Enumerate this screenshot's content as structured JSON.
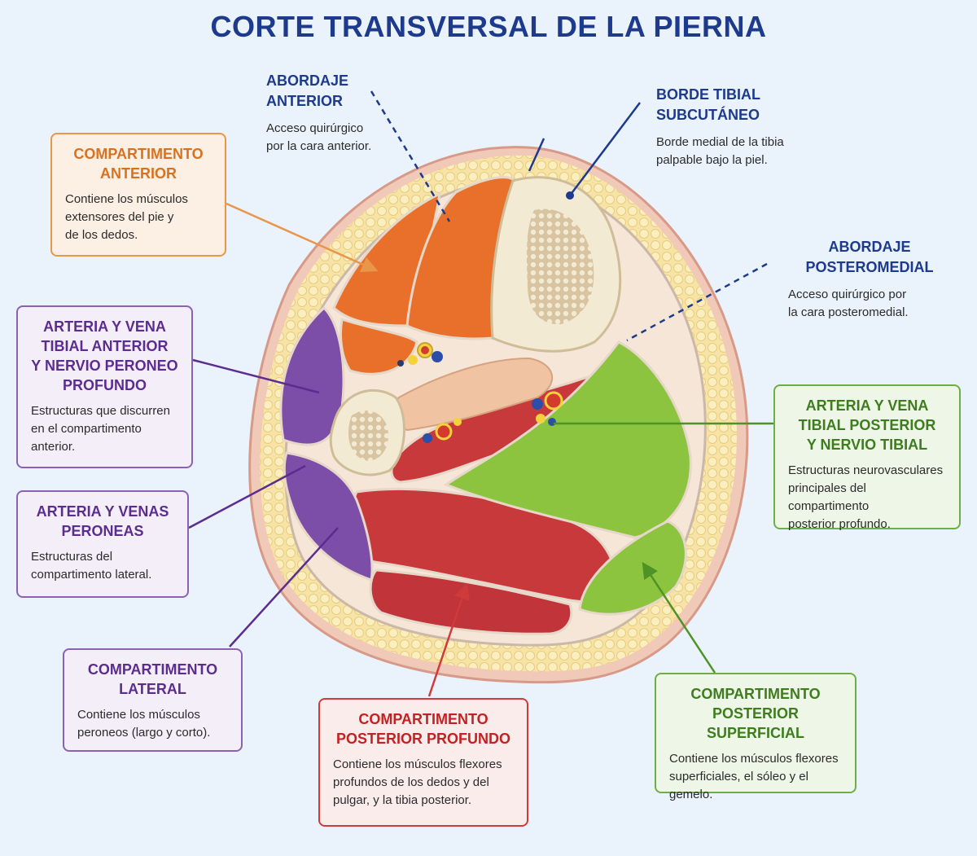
{
  "title": "CORTE TRANSVERSAL DE LA PIERNA",
  "colors": {
    "title": "#1d3a8c",
    "anterior": "#e8702a",
    "lateral": "#7c4ea8",
    "posterior_superficial": "#8cc43f",
    "posterior_profundo": "#c8393b",
    "bone": "#f3ead4",
    "fat": "#f7e3a6"
  },
  "labels": {
    "abordaje_anterior": {
      "title": "ABORDAJE\nANTERIOR",
      "desc": "Acceso quirúrgico\npor la cara anterior."
    },
    "borde_tibial": {
      "title": "BORDE TIBIAL\nSUBCUTÁNEO",
      "desc": "Borde medial de la tibia\npalpable bajo la piel."
    },
    "abordaje_posteromedial": {
      "title": "ABORDAJE\nPOSTEROMEDIAL",
      "desc": "Acceso quirúrgico por\nla cara posteromedial."
    },
    "comp_anterior": {
      "title": "COMPARTIMENTO\nANTERIOR",
      "desc": "Contiene los músculos\nextensores del pie y\nde los dedos."
    },
    "tibial_anterior": {
      "title": "ARTERIA Y VENA\nTIBIAL ANTERIOR\nY NERVIO PERONEO\nPROFUNDO",
      "desc": "Estructuras que discurren\nen el compartimento\nanterior."
    },
    "peroneas": {
      "title": "ARTERIA Y VENAS\nPERONEAS",
      "desc": "Estructuras del\ncompartimento lateral."
    },
    "comp_lateral": {
      "title": "COMPARTIMENTO\nLATERAL",
      "desc": "Contiene los músculos\nperoneos (largo y corto)."
    },
    "comp_post_profundo": {
      "title": "COMPARTIMENTO\nPOSTERIOR PROFUNDO",
      "desc": "Contiene los músculos flexores\nprofundos de los dedos y del\npulgar, y la tibia posterior."
    },
    "tibial_posterior": {
      "title": "ARTERIA Y VENA\nTIBIAL POSTERIOR\nY NERVIO TIBIAL",
      "desc": "Estructuras neurovasculares\nprincipales del compartimento\nposterior profundo."
    },
    "comp_post_superficial": {
      "title": "COMPARTIMENTO\nPOSTERIOR SUPERFICIAL",
      "desc": "Contiene los músculos flexores\nsuperficiales, el sóleo y el\ngemelo."
    }
  }
}
